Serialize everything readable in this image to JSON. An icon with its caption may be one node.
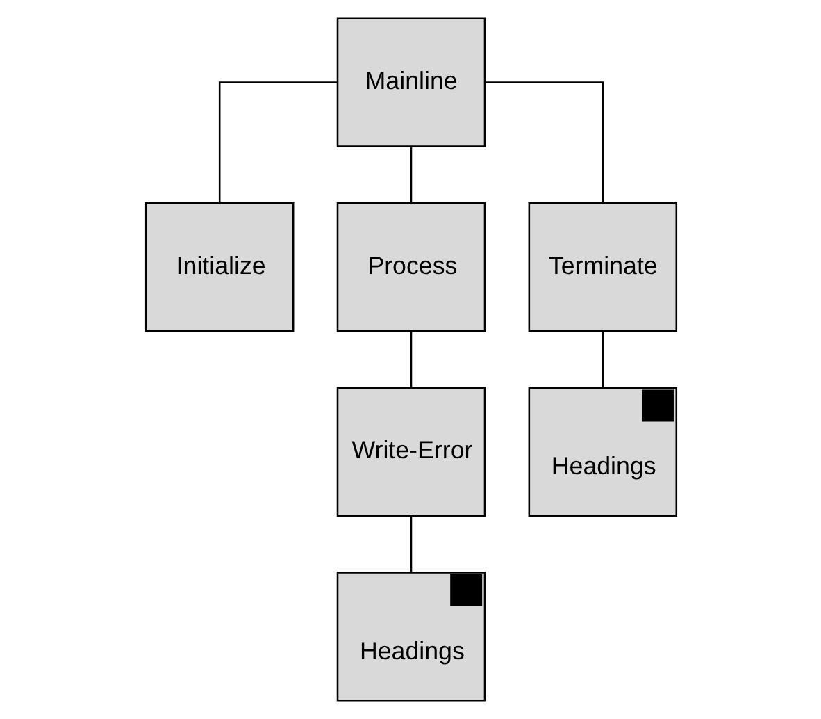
{
  "diagram": {
    "nodes": [
      {
        "text": [
          "Mainline"
        ]
      },
      {
        "text": [
          "Initialize"
        ]
      },
      {
        "text": [
          "Process"
        ]
      },
      {
        "text": [
          "Terminate"
        ]
      },
      {
        "text": [
          "Write-Error"
        ]
      },
      {
        "text": [
          "Headings"
        ]
      },
      {
        "text": [
          "Headings"
        ]
      }
    ],
    "edges": [
      {
        "from": 0,
        "to": 1,
        "arrow": "none"
      },
      {
        "from": 0,
        "to": 2,
        "arrow": "none"
      },
      {
        "from": 0,
        "to": 3,
        "arrow": "none"
      },
      {
        "from": 2,
        "to": 4,
        "arrow": "none"
      },
      {
        "from": 3,
        "to": 5,
        "arrow": "none"
      },
      {
        "from": 4,
        "to": 6,
        "arrow": "none"
      }
    ]
  }
}
